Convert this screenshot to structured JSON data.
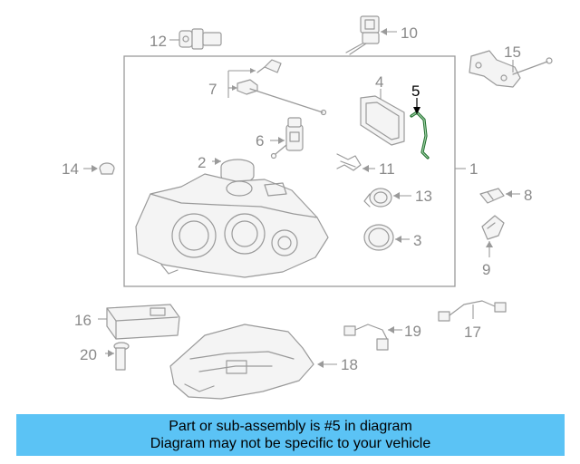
{
  "diagram": {
    "callouts": {
      "c1": "1",
      "c2": "2",
      "c3": "3",
      "c4": "4",
      "c5": "5",
      "c6": "6",
      "c7": "7",
      "c8": "8",
      "c9": "9",
      "c10": "10",
      "c11": "11",
      "c12": "12",
      "c13": "13",
      "c14": "14",
      "c15": "15",
      "c16": "16",
      "c17": "17",
      "c18": "18",
      "c19": "19",
      "c20": "20"
    },
    "highlight_color": "#1f6e2c",
    "line_color": "#9a9a9a"
  },
  "banner": {
    "line1": "Part or sub-assembly is #5 in diagram",
    "line2": "Diagram may not be specific to your vehicle",
    "background": "#5bc3f5"
  }
}
